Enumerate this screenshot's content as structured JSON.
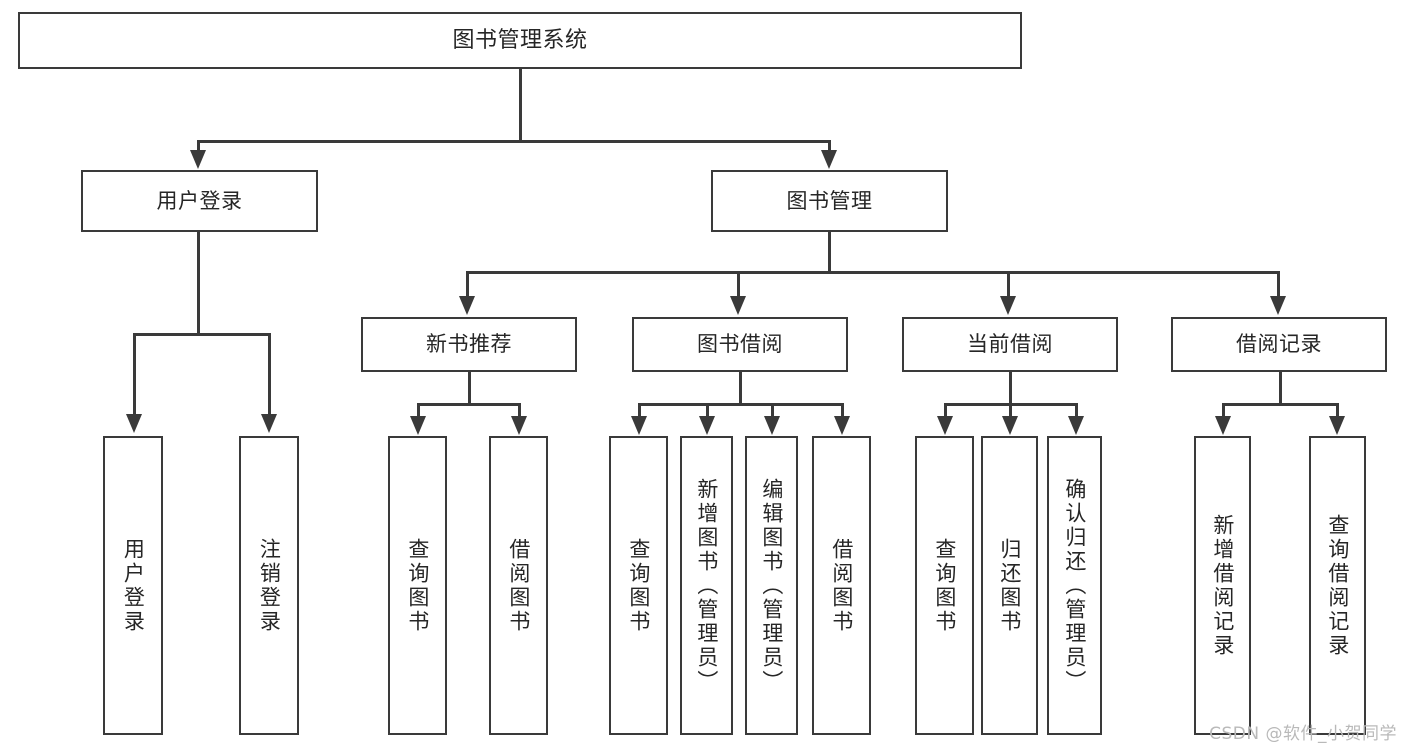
{
  "diagram": {
    "type": "tree-hierarchy",
    "title": "图书管理系统",
    "root": {
      "label": "图书管理系统"
    },
    "level2": [
      {
        "id": "user-login",
        "label": "用户登录"
      },
      {
        "id": "book-management",
        "label": "图书管理"
      }
    ],
    "level3": [
      {
        "id": "new-book-recommend",
        "label": "新书推荐",
        "parent": "book-management"
      },
      {
        "id": "book-borrow",
        "label": "图书借阅",
        "parent": "book-management"
      },
      {
        "id": "current-borrow",
        "label": "当前借阅",
        "parent": "book-management"
      },
      {
        "id": "borrow-record",
        "label": "借阅记录",
        "parent": "book-management"
      }
    ],
    "leaves": {
      "user_login": [
        {
          "id": "leaf-user-login",
          "label": "用户登录"
        },
        {
          "id": "leaf-user-logout",
          "label": "注销登录"
        }
      ],
      "new_book_recommend": [
        {
          "id": "leaf-query-book-1",
          "label": "查询图书"
        },
        {
          "id": "leaf-borrow-book-1",
          "label": "借阅图书"
        }
      ],
      "book_borrow": [
        {
          "id": "leaf-query-book-2",
          "label": "查询图书"
        },
        {
          "id": "leaf-add-book-admin",
          "label": "新增图书（管理员）"
        },
        {
          "id": "leaf-edit-book-admin",
          "label": "编辑图书（管理员）"
        },
        {
          "id": "leaf-borrow-book-2",
          "label": "借阅图书"
        }
      ],
      "current_borrow": [
        {
          "id": "leaf-query-book-3",
          "label": "查询图书"
        },
        {
          "id": "leaf-return-book",
          "label": "归还图书"
        },
        {
          "id": "leaf-confirm-return-admin",
          "label": "确认归还（管理员）"
        }
      ],
      "borrow_record": [
        {
          "id": "leaf-add-borrow-record",
          "label": "新增借阅记录"
        },
        {
          "id": "leaf-query-borrow-record",
          "label": "查询借阅记录"
        }
      ]
    },
    "colors": {
      "stroke": "#3a3a3a",
      "fill": "#ffffff",
      "text": "#262626",
      "watermark": "#b9b9b9"
    }
  },
  "watermark": {
    "text": "CSDN @软件_小贺同学"
  }
}
